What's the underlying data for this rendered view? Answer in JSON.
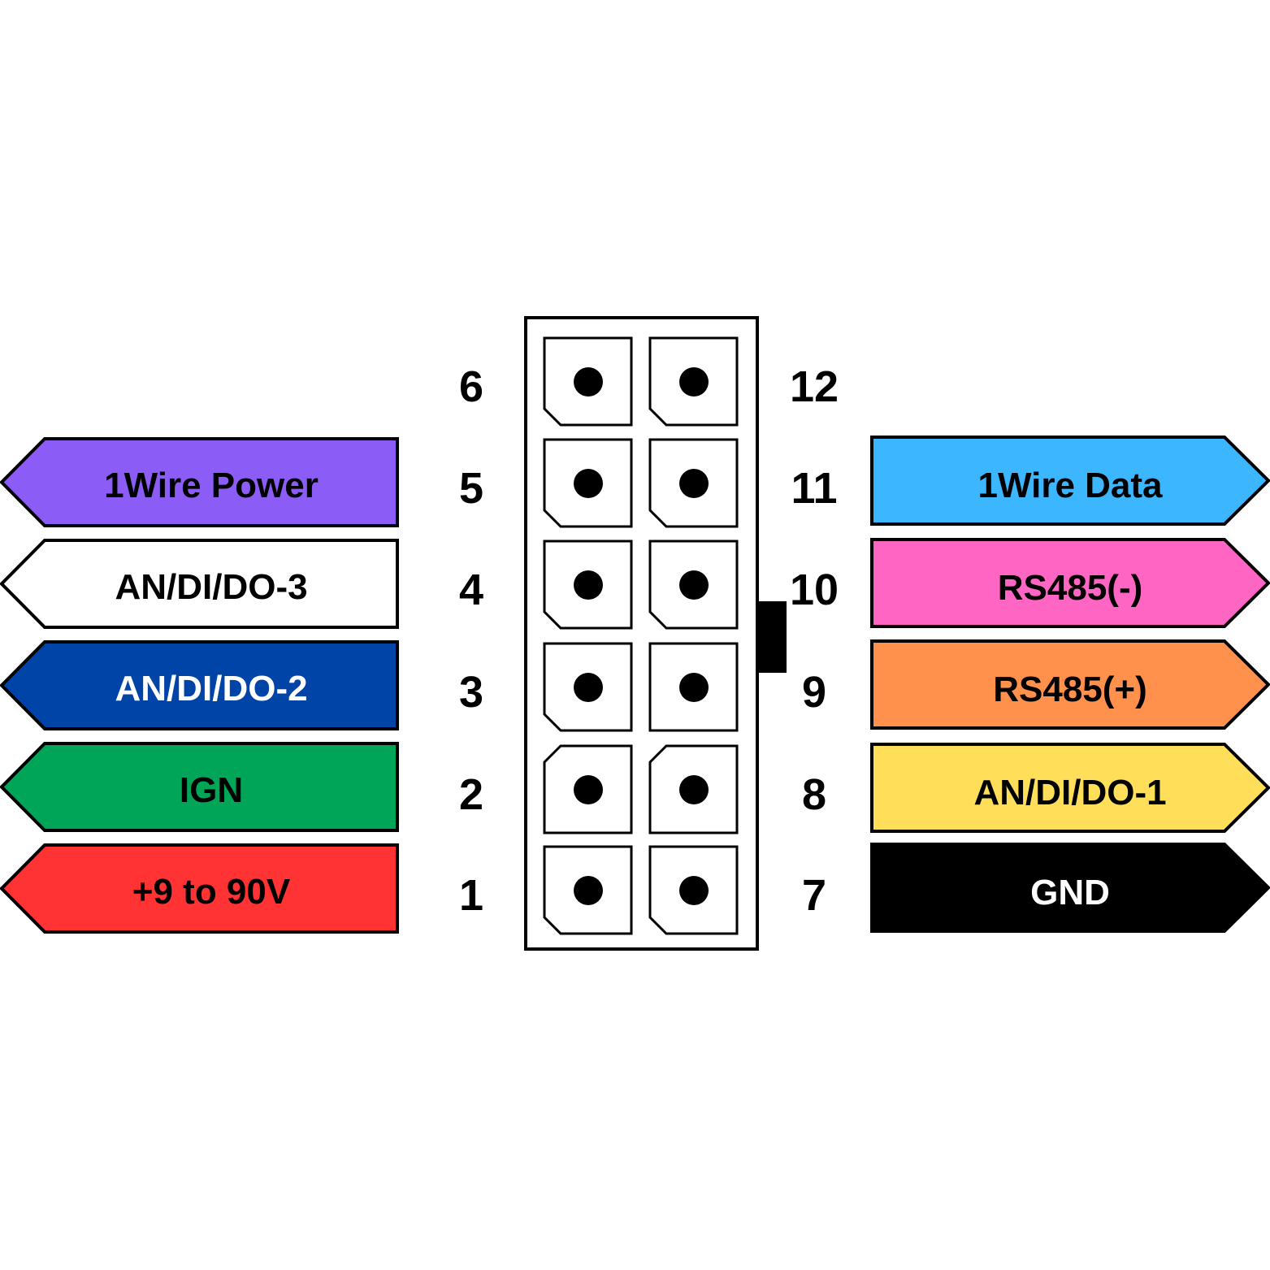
{
  "left_labels": [
    {
      "pin": "5",
      "text": "1Wire Power",
      "fill": "#8B5CF6",
      "text_color": "#000000"
    },
    {
      "pin": "4",
      "text": "AN/DI/DO-3",
      "fill": "#FFFFFF",
      "text_color": "#000000"
    },
    {
      "pin": "3",
      "text": "AN/DI/DO-2",
      "fill": "#0044A8",
      "text_color": "#FFFFFF"
    },
    {
      "pin": "2",
      "text": "IGN",
      "fill": "#00A558",
      "text_color": "#000000"
    },
    {
      "pin": "1",
      "text": "+9 to 90V",
      "fill": "#FF3333",
      "text_color": "#000000"
    }
  ],
  "right_labels": [
    {
      "pin": "11",
      "text": "1Wire Data",
      "fill": "#3CB6FF",
      "text_color": "#000000"
    },
    {
      "pin": "10",
      "text": "RS485(-)",
      "fill": "#FF66C4",
      "text_color": "#000000"
    },
    {
      "pin": "9",
      "text": "RS485(+)",
      "fill": "#FF914D",
      "text_color": "#000000"
    },
    {
      "pin": "8",
      "text": "AN/DI/DO-1",
      "fill": "#FFDE59",
      "text_color": "#000000"
    },
    {
      "pin": "7",
      "text": "GND",
      "fill": "#000000",
      "text_color": "#FFFFFF"
    }
  ],
  "left_pins": [
    "6",
    "5",
    "4",
    "3",
    "2",
    "1"
  ],
  "right_pins": [
    "12",
    "11",
    "10",
    "9",
    "8",
    "7"
  ]
}
